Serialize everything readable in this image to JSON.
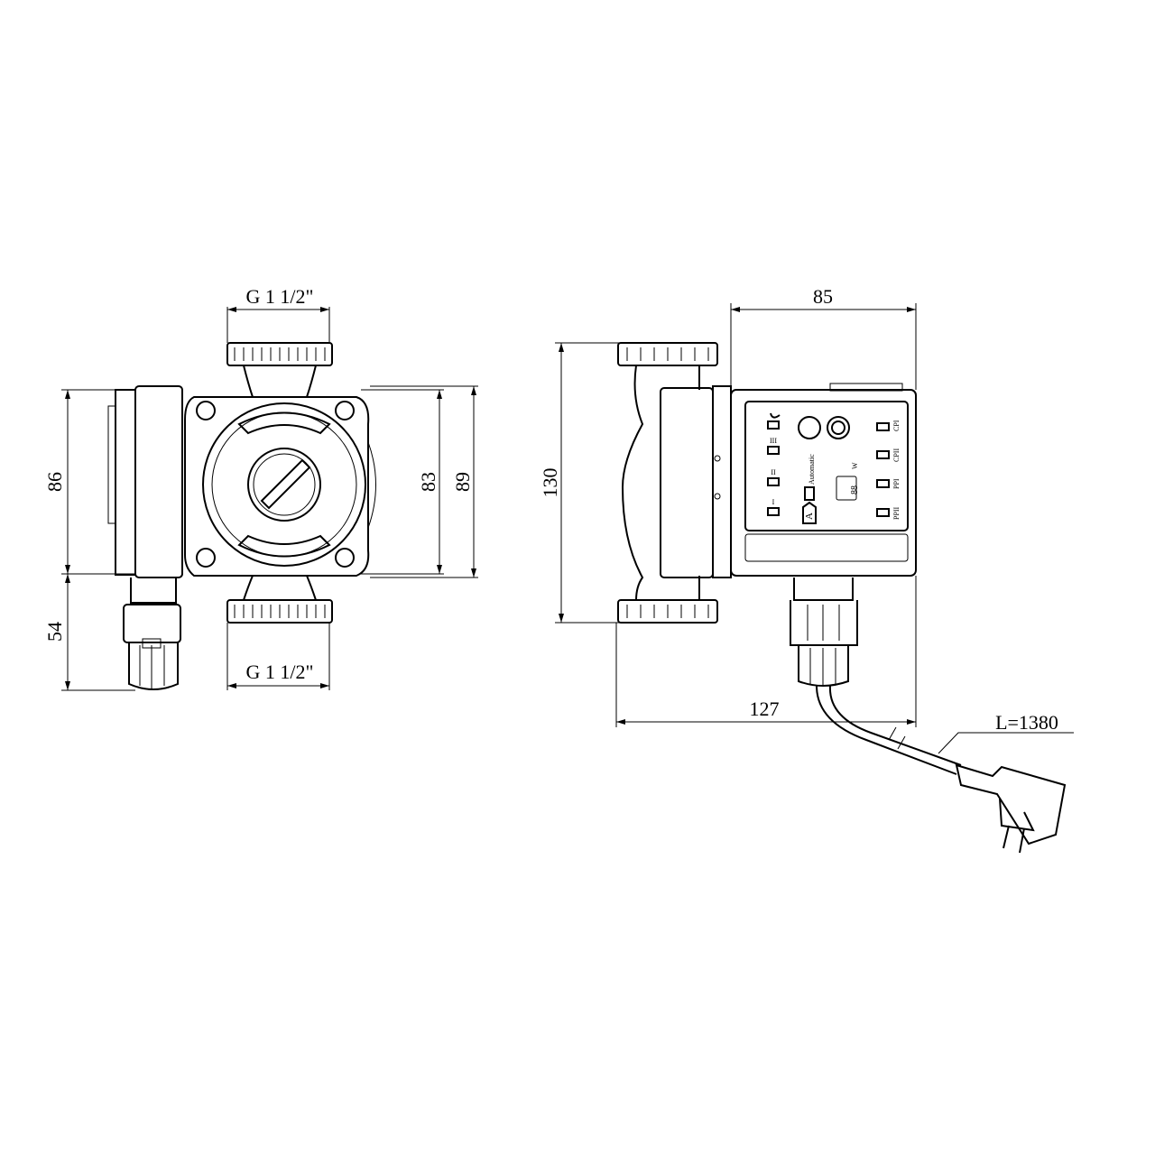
{
  "title": "Circulation pump dimensional drawing",
  "front_view": {
    "thread_top": "G 1 1/2\"",
    "thread_bottom": "G 1 1/2\"",
    "dim_height_motor": "86",
    "dim_connector": "54",
    "dim_height_inner": "83",
    "dim_height_outer": "89"
  },
  "side_view": {
    "dim_height": "130",
    "dim_box_width": "85",
    "dim_total_length": "127",
    "cable_length": "L=1380"
  },
  "control_panel": {
    "automatic_label": "Automatic",
    "auto_button": "A",
    "speed_labels": [
      "III",
      "II",
      "I"
    ],
    "mode_labels": [
      "CPI",
      "CPII",
      "PPI",
      "PPII"
    ],
    "power_unit": "W",
    "display": "88"
  }
}
